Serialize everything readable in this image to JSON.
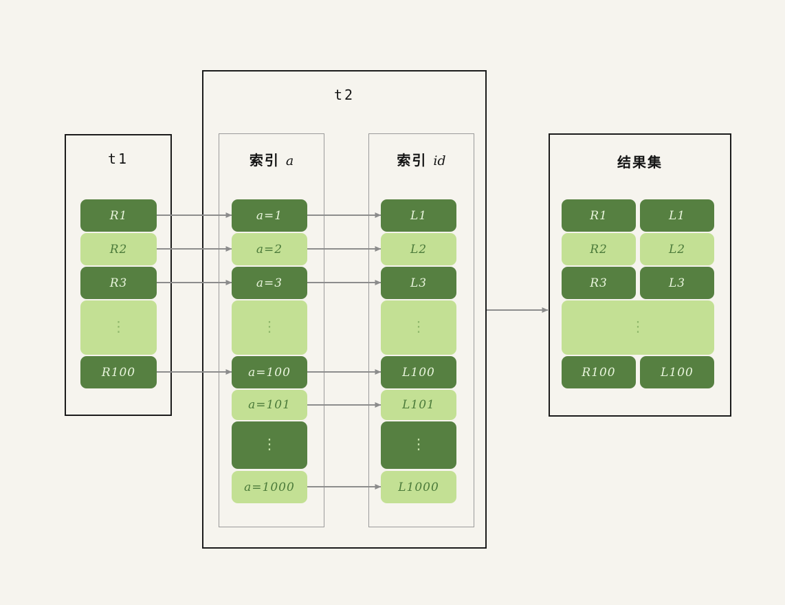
{
  "diagram": {
    "background_color": "#f6f4ee",
    "dark_green": "#568041",
    "light_green": "#c3e094",
    "arrow_color": "#8c8c8c",
    "panels": {
      "t1": {
        "title": "t1"
      },
      "t2": {
        "title": "t2"
      },
      "index_a": {
        "title_cjk": "索引",
        "title_suffix": "a"
      },
      "index_id": {
        "title_cjk": "索引",
        "title_suffix": "id"
      },
      "result": {
        "title": "结果集"
      }
    },
    "t1_rows": [
      {
        "label": "R1",
        "tone": "dark"
      },
      {
        "label": "R2",
        "tone": "light"
      },
      {
        "label": "R3",
        "tone": "dark"
      },
      {
        "label": "⋮",
        "tone": "light"
      },
      {
        "label": "R100",
        "tone": "dark"
      }
    ],
    "index_a_rows": [
      {
        "label": "a=1",
        "tone": "dark"
      },
      {
        "label": "a=2",
        "tone": "light"
      },
      {
        "label": "a=3",
        "tone": "dark"
      },
      {
        "label": "⋮",
        "tone": "light"
      },
      {
        "label": "a=100",
        "tone": "dark"
      },
      {
        "label": "a=101",
        "tone": "light"
      },
      {
        "label": "⋮",
        "tone": "dark"
      },
      {
        "label": "a=1000",
        "tone": "light"
      }
    ],
    "index_id_rows": [
      {
        "label": "L1",
        "tone": "dark"
      },
      {
        "label": "L2",
        "tone": "light"
      },
      {
        "label": "L3",
        "tone": "dark"
      },
      {
        "label": "⋮",
        "tone": "light"
      },
      {
        "label": "L100",
        "tone": "dark"
      },
      {
        "label": "L101",
        "tone": "light"
      },
      {
        "label": "⋮",
        "tone": "dark"
      },
      {
        "label": "L1000",
        "tone": "light"
      }
    ],
    "result_rows": [
      {
        "left": "R1",
        "right": "L1",
        "tone": "dark",
        "merged": false
      },
      {
        "left": "R2",
        "right": "L2",
        "tone": "light",
        "merged": false
      },
      {
        "left": "R3",
        "right": "L3",
        "tone": "dark",
        "merged": false
      },
      {
        "left": "⋮",
        "right": "",
        "tone": "light",
        "merged": true
      },
      {
        "left": "R100",
        "right": "L100",
        "tone": "dark",
        "merged": false
      }
    ]
  }
}
